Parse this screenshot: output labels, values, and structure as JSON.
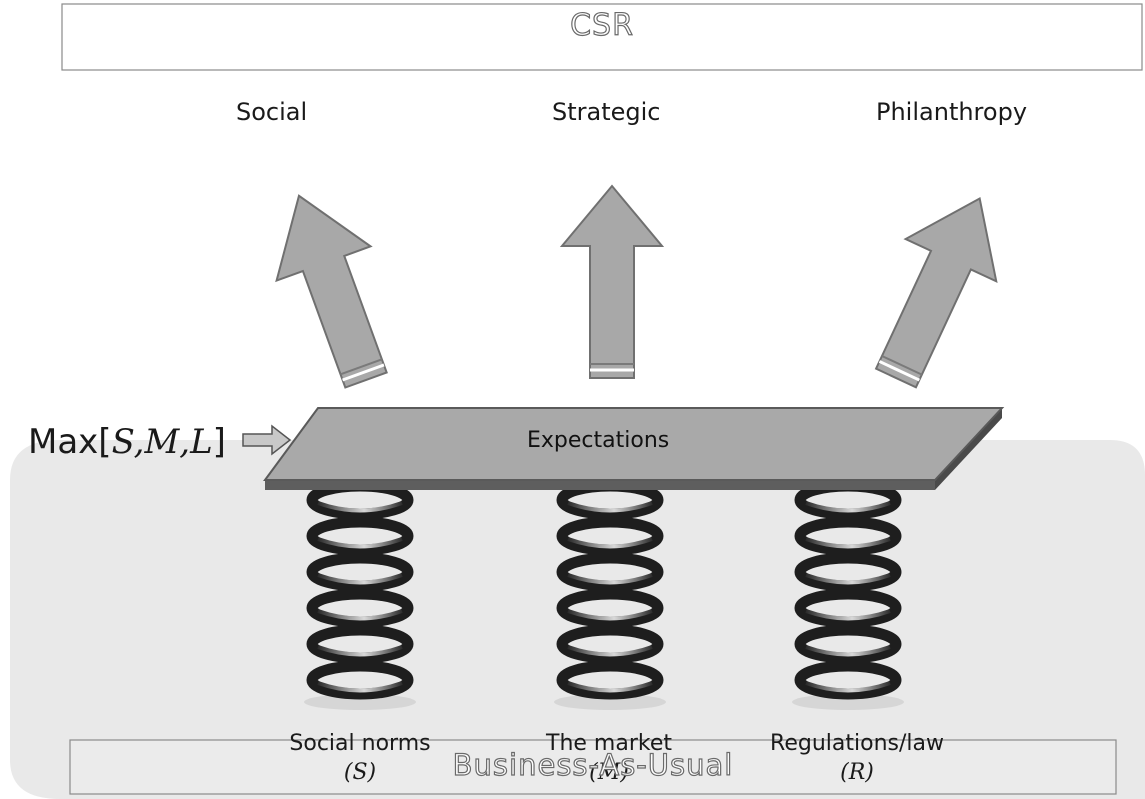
{
  "title": "CSR",
  "outcomes": [
    "Social",
    "Strategic",
    "Philanthropy"
  ],
  "max_label": {
    "prefix": "Max",
    "open": "[",
    "vars": "S,M,L",
    "close": "]"
  },
  "platform_label": "Expectations",
  "springs": [
    {
      "name": "Social norms",
      "symbol": "(S)"
    },
    {
      "name": "The market",
      "symbol": "(M)"
    },
    {
      "name": "Regulations/law",
      "symbol": "(R)"
    }
  ],
  "footer": "Business-As-Usual"
}
